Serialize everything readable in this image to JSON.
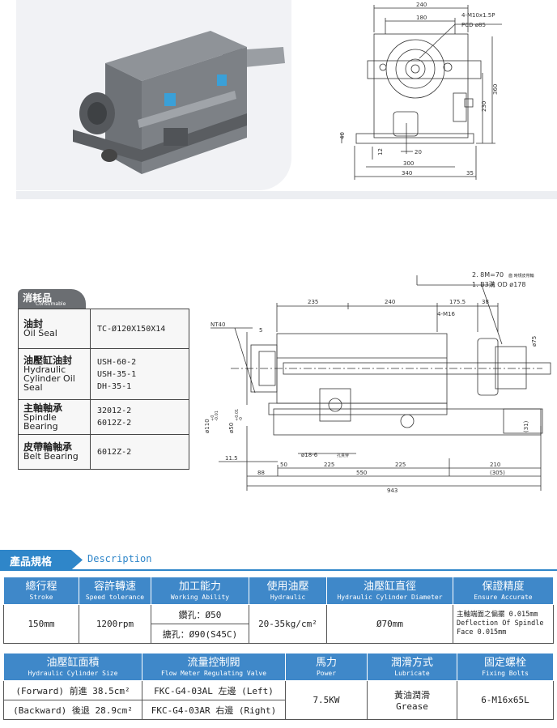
{
  "top_drawing": {
    "dims": {
      "w240": "240",
      "w180": "180",
      "h360": "360",
      "h230": "230",
      "h40": "40",
      "h12": "12",
      "w20": "20",
      "w300": "300",
      "w340": "340",
      "w35": "35"
    },
    "callout_line1": "4-M10x1.5P",
    "callout_line2": "PCD ø85"
  },
  "side_drawing": {
    "note_line1": "2. 8M=70",
    "note_line1_small": "齒 時規皮帶輪",
    "note_line2": "1. B3溝 OD ø178",
    "dims": {
      "d235": "235",
      "d240": "240",
      "d175": "175.5",
      "d38": "38",
      "m16": "4-M16",
      "nt40": "NT40",
      "d5": "5",
      "d75": "ø75",
      "d110": "ø110",
      "d110tol_up": "+0",
      "d110tol_dn": "-0.01",
      "d50": "ø50",
      "d50tol_up": "+0.01",
      "d50tol_dn": "-0",
      "d31": "(31)",
      "d11_5": "11.5",
      "d50b": "50",
      "d225a": "225",
      "d225b": "225",
      "d210": "210",
      "hole": "ø18-6",
      "hole_small": "孔貫穿",
      "d88": "88",
      "d550": "550",
      "d305": "(305)",
      "d943": "943"
    }
  },
  "consumables": {
    "tab_zh": "消耗品",
    "tab_en": "Consumable",
    "rows": [
      {
        "zh": "油封",
        "en": "Oil Seal",
        "values": [
          "TC-Ø120X150X14"
        ]
      },
      {
        "zh": "油壓缸油封",
        "en": "Hydraulic Cylinder Oil Seal",
        "values": [
          "USH-60-2",
          "USH-35-1",
          "DH-35-1"
        ]
      },
      {
        "zh": "主軸軸承",
        "en": "Spindle Bearing",
        "values": [
          "32012-2",
          "6012Z-2"
        ]
      },
      {
        "zh": "皮帶輪軸承",
        "en": "Belt Bearing",
        "values": [
          "6012Z-2"
        ]
      }
    ]
  },
  "spec": {
    "tab_zh": "產品規格",
    "tab_en": "Description",
    "h1": [
      {
        "zh": "總行程",
        "en": "Stroke"
      },
      {
        "zh": "容許轉速",
        "en": "Speed tolerance"
      },
      {
        "zh": "加工能力",
        "en": "Working Ability"
      },
      {
        "zh": "使用油壓",
        "en": "Hydraulic"
      },
      {
        "zh": "油壓缸直徑",
        "en": "Hydraulic Cylinder Diameter"
      },
      {
        "zh": "保證精度",
        "en": "Ensure Accurate"
      }
    ],
    "r1": {
      "stroke": "150mm",
      "speed": "1200rpm",
      "drill": "鑽孔：Ø50",
      "bore": "搪孔：Ø90(S45C)",
      "hyd": "20-35kg/cm²",
      "cyl": "Ø70mm",
      "acc1": "主軸端面之偏擺 0.015mm",
      "acc2": "Deflection Of Spindle",
      "acc3": "Face 0.015mm"
    },
    "h2": [
      {
        "zh": "油壓缸面積",
        "en": "Hydraulic Cylinder Size"
      },
      {
        "zh": "流量控制閥",
        "en": "Flow Meter Regulating Valve"
      },
      {
        "zh": "馬力",
        "en": "Power"
      },
      {
        "zh": "潤滑方式",
        "en": "Lubricate"
      },
      {
        "zh": "固定螺栓",
        "en": "Fixing Bolts"
      }
    ],
    "r2": {
      "fwd": "(Forward) 前進 38.5cm²",
      "bwd": "(Backward) 後退 28.9cm²",
      "valve_l": "FKC-G4-03AL 左邊 (Left)",
      "valve_r": "FKC-G4-03AR 右邊 (Right)",
      "power": "7.5KW",
      "lub_zh": "黃油潤滑",
      "lub_en": "Grease",
      "bolts": "6-M16x65L"
    }
  }
}
